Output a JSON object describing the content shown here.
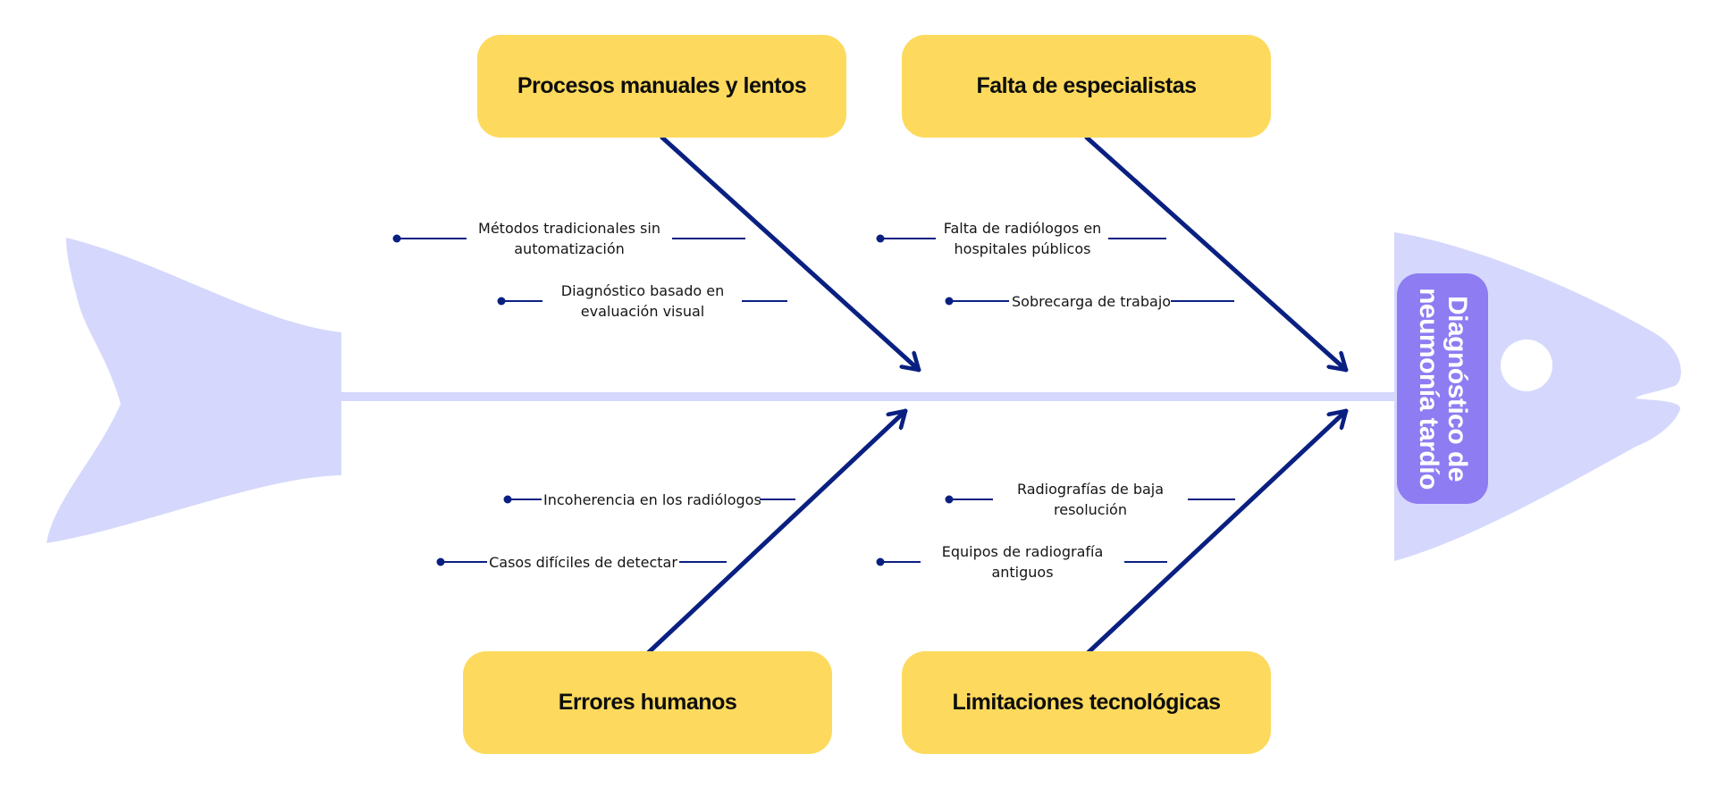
{
  "effect": {
    "label": "Diagnóstico de neumonía tardío"
  },
  "categories": {
    "procesos": {
      "label": "Procesos manuales y lentos",
      "causes": [
        "Métodos tradicionales sin automatización",
        "Diagnóstico basado en evaluación visual"
      ]
    },
    "falta": {
      "label": "Falta de especialistas",
      "causes": [
        "Falta de radiólogos en hospitales públicos",
        "Sobrecarga de trabajo"
      ]
    },
    "errores": {
      "label": "Errores humanos",
      "causes": [
        "Incoherencia en los radiólogos",
        "Casos difíciles de detectar"
      ]
    },
    "limites": {
      "label": "Limitaciones tecnológicas",
      "causes": [
        "Radiografías de baja resolución",
        "Equipos de radiografía antiguos"
      ]
    }
  },
  "colors": {
    "fish_body": "#d5d8fc",
    "category_box": "#fdda5d",
    "effect_box": "#8e7cf2",
    "arrow": "#0a2081",
    "cause_line": "#0a2081"
  }
}
